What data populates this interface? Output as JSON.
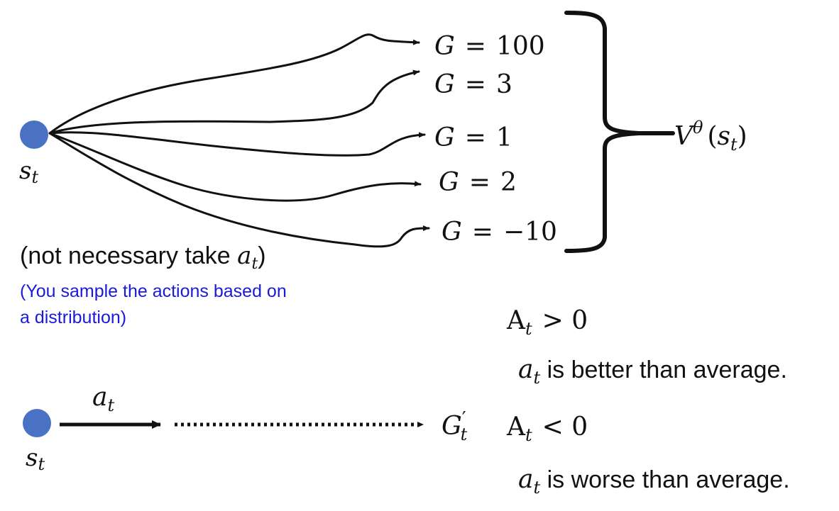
{
  "colors": {
    "node": "#4a72c4",
    "note": "#1a1adc",
    "ink": "#111111"
  },
  "top": {
    "state": {
      "main": "s",
      "sub": "t"
    },
    "returns": [
      {
        "lhs": "G",
        "eq": "=",
        "value": "100"
      },
      {
        "lhs": "G",
        "eq": "=",
        "value": "3"
      },
      {
        "lhs": "G",
        "eq": "=",
        "value": "1"
      },
      {
        "lhs": "G",
        "eq": "=",
        "value": "2"
      },
      {
        "lhs": "G",
        "eq": "=",
        "value": "−10"
      }
    ],
    "value_fn": {
      "main": "V",
      "sup": "θ",
      "open": "(",
      "arg": "s",
      "arg_sub": "t",
      "close": ")"
    },
    "caption": {
      "prefix": "(not necessary take ",
      "var": "a",
      "sub": "t",
      "suffix": ")"
    },
    "note_lines": [
      "(You sample the actions based on",
      "a distribution)"
    ]
  },
  "bottom": {
    "state": {
      "main": "s",
      "sub": "t"
    },
    "action": {
      "main": "a",
      "sub": "t"
    },
    "return": {
      "main": "G",
      "sup": "′",
      "sub": "t"
    }
  },
  "advantage": {
    "positive": {
      "main": "A",
      "sub": "t",
      "relation": "> 0"
    },
    "positive_text": {
      "var": "a",
      "sub": "t",
      "text": " is better than average."
    },
    "negative": {
      "main": "A",
      "sub": "t",
      "relation": "< 0"
    },
    "negative_text": {
      "var": "a",
      "sub": "t",
      "text": " is worse than average."
    }
  }
}
